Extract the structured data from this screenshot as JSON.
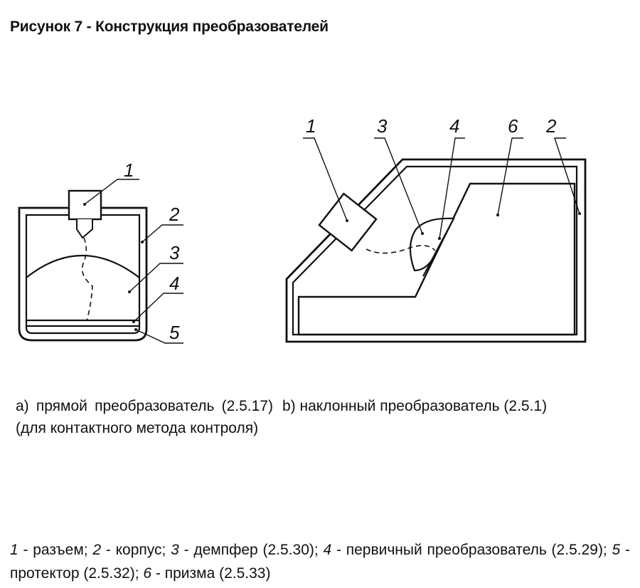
{
  "title": "Рисунок 7 - Конструкция преобразователей",
  "figure_a": {
    "labels": [
      "1",
      "2",
      "3",
      "4",
      "5"
    ],
    "caption": "а) прямой преобразователь (2.5.17) (для контактного метода контроля)"
  },
  "figure_b": {
    "labels": [
      "1",
      "3",
      "4",
      "6",
      "2"
    ],
    "caption": "b) наклонный преобразователь (2.5.1)"
  },
  "legend": {
    "items": [
      {
        "num": "1",
        "text": " - разъем; "
      },
      {
        "num": "2",
        "text": " - корпус; "
      },
      {
        "num": "3",
        "text": " - демпфер (2.5.30); "
      },
      {
        "num": "4",
        "text": " - первичный преобразователь (2.5.29); "
      },
      {
        "num": "5",
        "text": " - протектор (2.5.32); "
      },
      {
        "num": "6",
        "text": " - призма (2.5.33)"
      }
    ]
  }
}
